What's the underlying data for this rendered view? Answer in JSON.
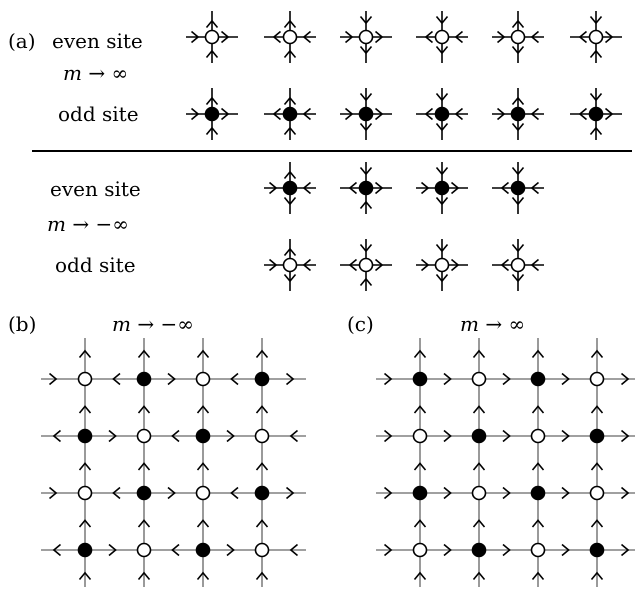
{
  "panel_a": {
    "label": "(a)",
    "top_section": {
      "even_label": "even site",
      "mass_label": "m → ∞",
      "odd_label": "odd site",
      "even_vertices": [
        {
          "fill": "empty",
          "arrows": {
            "up": "out",
            "down": "in",
            "left": "in",
            "right": "out"
          }
        },
        {
          "fill": "empty",
          "arrows": {
            "up": "out",
            "down": "in",
            "left": "out",
            "right": "in"
          }
        },
        {
          "fill": "empty",
          "arrows": {
            "up": "in",
            "down": "out",
            "left": "in",
            "right": "out"
          }
        },
        {
          "fill": "empty",
          "arrows": {
            "up": "in",
            "down": "out",
            "left": "out",
            "right": "in"
          }
        },
        {
          "fill": "empty",
          "arrows": {
            "up": "out",
            "down": "out",
            "left": "in",
            "right": "in"
          }
        },
        {
          "fill": "empty",
          "arrows": {
            "up": "in",
            "down": "in",
            "left": "out",
            "right": "out"
          }
        }
      ],
      "odd_vertices": [
        {
          "fill": "filled",
          "arrows": {
            "up": "out",
            "down": "in",
            "left": "in",
            "right": "out"
          }
        },
        {
          "fill": "filled",
          "arrows": {
            "up": "out",
            "down": "in",
            "left": "out",
            "right": "in"
          }
        },
        {
          "fill": "filled",
          "arrows": {
            "up": "in",
            "down": "out",
            "left": "in",
            "right": "out"
          }
        },
        {
          "fill": "filled",
          "arrows": {
            "up": "in",
            "down": "out",
            "left": "out",
            "right": "in"
          }
        },
        {
          "fill": "filled",
          "arrows": {
            "up": "out",
            "down": "out",
            "left": "in",
            "right": "in"
          }
        },
        {
          "fill": "filled",
          "arrows": {
            "up": "in",
            "down": "in",
            "left": "out",
            "right": "out"
          }
        }
      ]
    },
    "bottom_section": {
      "even_label": "even site",
      "mass_label": "m → −∞",
      "odd_label": "odd site",
      "even_vertices": [
        {
          "fill": "filled",
          "arrows": {
            "up": "out",
            "down": "out",
            "left": "in",
            "right": "in"
          }
        },
        {
          "fill": "filled",
          "arrows": {
            "up": "in",
            "down": "in",
            "left": "out",
            "right": "out"
          }
        },
        {
          "fill": "filled",
          "arrows": {
            "up": "in",
            "down": "out",
            "left": "in",
            "right": "out"
          }
        },
        {
          "fill": "filled",
          "arrows": {
            "up": "in",
            "down": "out",
            "left": "out",
            "right": "in"
          }
        }
      ],
      "odd_vertices": [
        {
          "fill": "empty",
          "arrows": {
            "up": "out",
            "down": "out",
            "left": "in",
            "right": "in"
          }
        },
        {
          "fill": "empty",
          "arrows": {
            "up": "in",
            "down": "in",
            "left": "out",
            "right": "out"
          }
        },
        {
          "fill": "empty",
          "arrows": {
            "up": "in",
            "down": "out",
            "left": "in",
            "right": "out"
          }
        },
        {
          "fill": "empty",
          "arrows": {
            "up": "in",
            "down": "out",
            "left": "out",
            "right": "in"
          }
        }
      ]
    }
  },
  "panel_b": {
    "label": "(b)",
    "title": "m → −∞",
    "first_filled_parity": "odd",
    "horizontal_rows": [
      [
        "right",
        "left",
        "right",
        "left",
        "right"
      ],
      [
        "left",
        "right",
        "left",
        "right",
        "left"
      ],
      [
        "right",
        "left",
        "right",
        "left",
        "right"
      ],
      [
        "left",
        "right",
        "left",
        "right",
        "left"
      ]
    ]
  },
  "panel_c": {
    "label": "(c)",
    "title": "m → ∞",
    "first_filled_parity": "even",
    "horizontal_rows": [
      [
        "right",
        "right",
        "right",
        "right",
        "right"
      ],
      [
        "right",
        "right",
        "right",
        "right",
        "right"
      ],
      [
        "right",
        "right",
        "right",
        "right",
        "right"
      ],
      [
        "right",
        "right",
        "right",
        "right",
        "right"
      ]
    ]
  },
  "colors": {
    "ink": "#000000",
    "grid_line": "#808080",
    "empty_fill": "#ffffff",
    "filled": "#000000"
  }
}
